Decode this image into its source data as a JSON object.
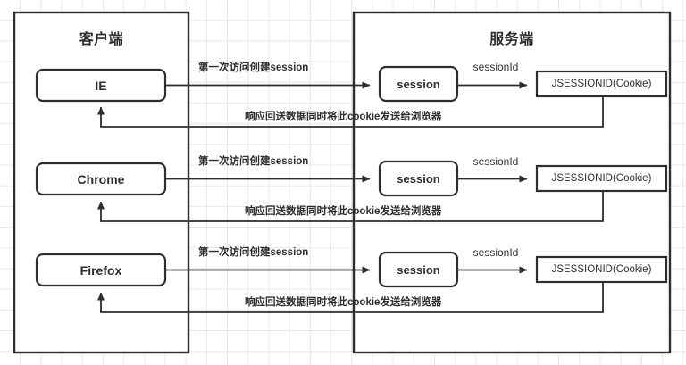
{
  "diagram": {
    "title_client": "客户端",
    "title_server": "服务端",
    "colors": {
      "stroke": "#2e2e2e",
      "text": "#2e2e2e",
      "grid": "#e8e8e6",
      "background": "#ffffff"
    }
  },
  "client": {
    "title": "客户端",
    "browsers": [
      {
        "label": "IE"
      },
      {
        "label": "Chrome"
      },
      {
        "label": "Firefox"
      }
    ]
  },
  "server": {
    "title": "服务端",
    "rows": [
      {
        "session_label": "session",
        "cookie_label": "JSESSIONID(Cookie)",
        "link_label": "sessionId"
      },
      {
        "session_label": "session",
        "cookie_label": "JSESSIONID(Cookie)",
        "link_label": "sessionId"
      },
      {
        "session_label": "session",
        "cookie_label": "JSESSIONID(Cookie)",
        "link_label": "sessionId"
      }
    ]
  },
  "flows": [
    {
      "request_label": "第一次访问创建session",
      "response_label": "响应回送数据同时将此cookie发送给浏览器"
    },
    {
      "request_label": "第一次访问创建session",
      "response_label": "响应回送数据同时将此cookie发送给浏览器"
    },
    {
      "request_label": "第一次访问创建session",
      "response_label": "响应回送数据同时将此cookie发送给浏览器"
    }
  ]
}
